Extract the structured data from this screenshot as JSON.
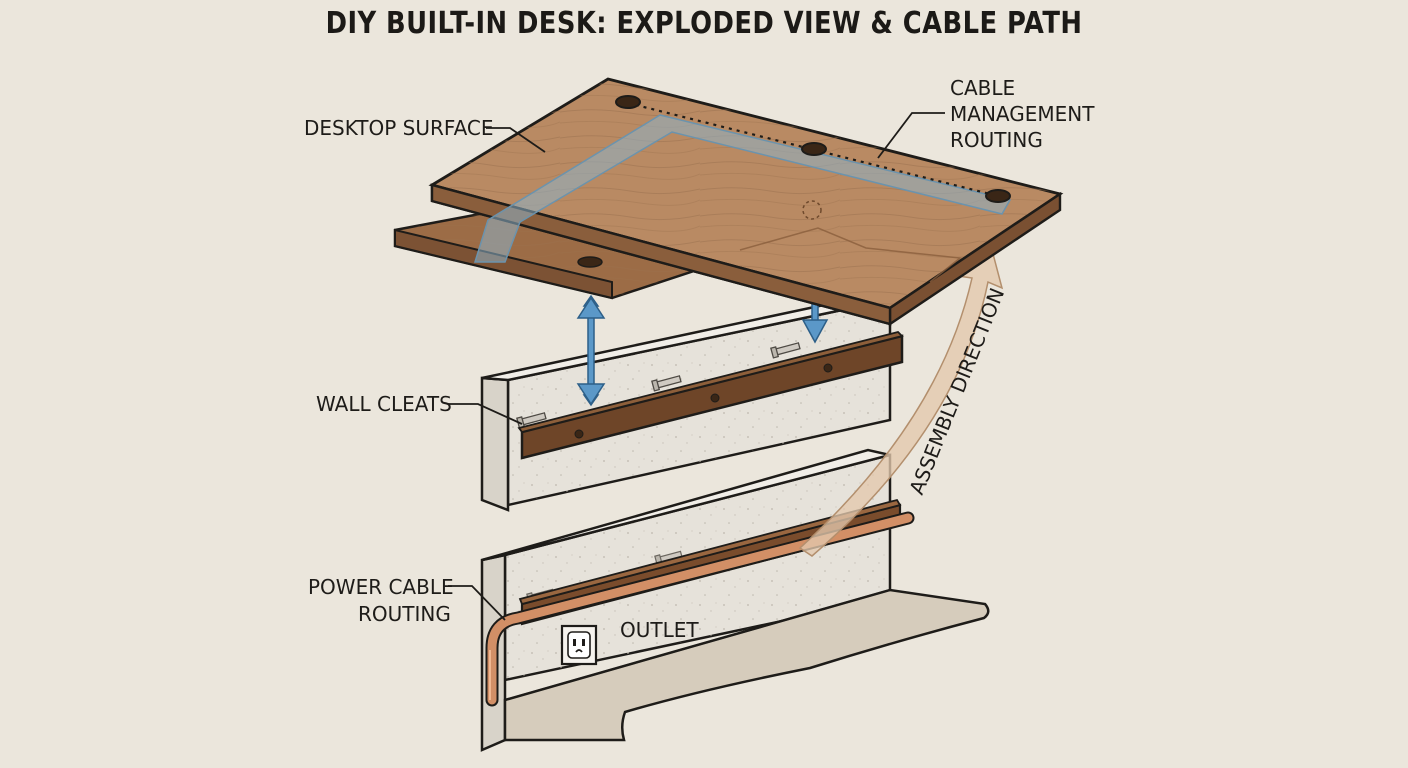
{
  "title": "DIY BUILT-IN DESK: EXPLODED VIEW & CABLE PATH",
  "labels": {
    "desktop_surface": "DESKTOP SURFACE",
    "cable_management_line1": "CABLE",
    "cable_management_line2": "MANAGEMENT",
    "cable_management_line3": "ROUTING",
    "wall_cleats": "WALL CLEATS",
    "power_cable_line1": "POWER CABLE",
    "power_cable_line2": "ROUTING",
    "outlet": "OUTLET",
    "assembly_direction": "ASSEMBLY DIRECTION"
  },
  "colors": {
    "background": "#ebe6dc",
    "wood_top": "#b98a63",
    "wood_edge": "#8a5e3c",
    "cleat": "#6e4528",
    "wall": "#e6e2da",
    "cable_channel": "#8eb2c8",
    "assembly_arrow": "#e3c8ad",
    "power_cable": "#d28f66",
    "blue_arrow": "#5b98c8",
    "outline": "#1e1c19"
  }
}
